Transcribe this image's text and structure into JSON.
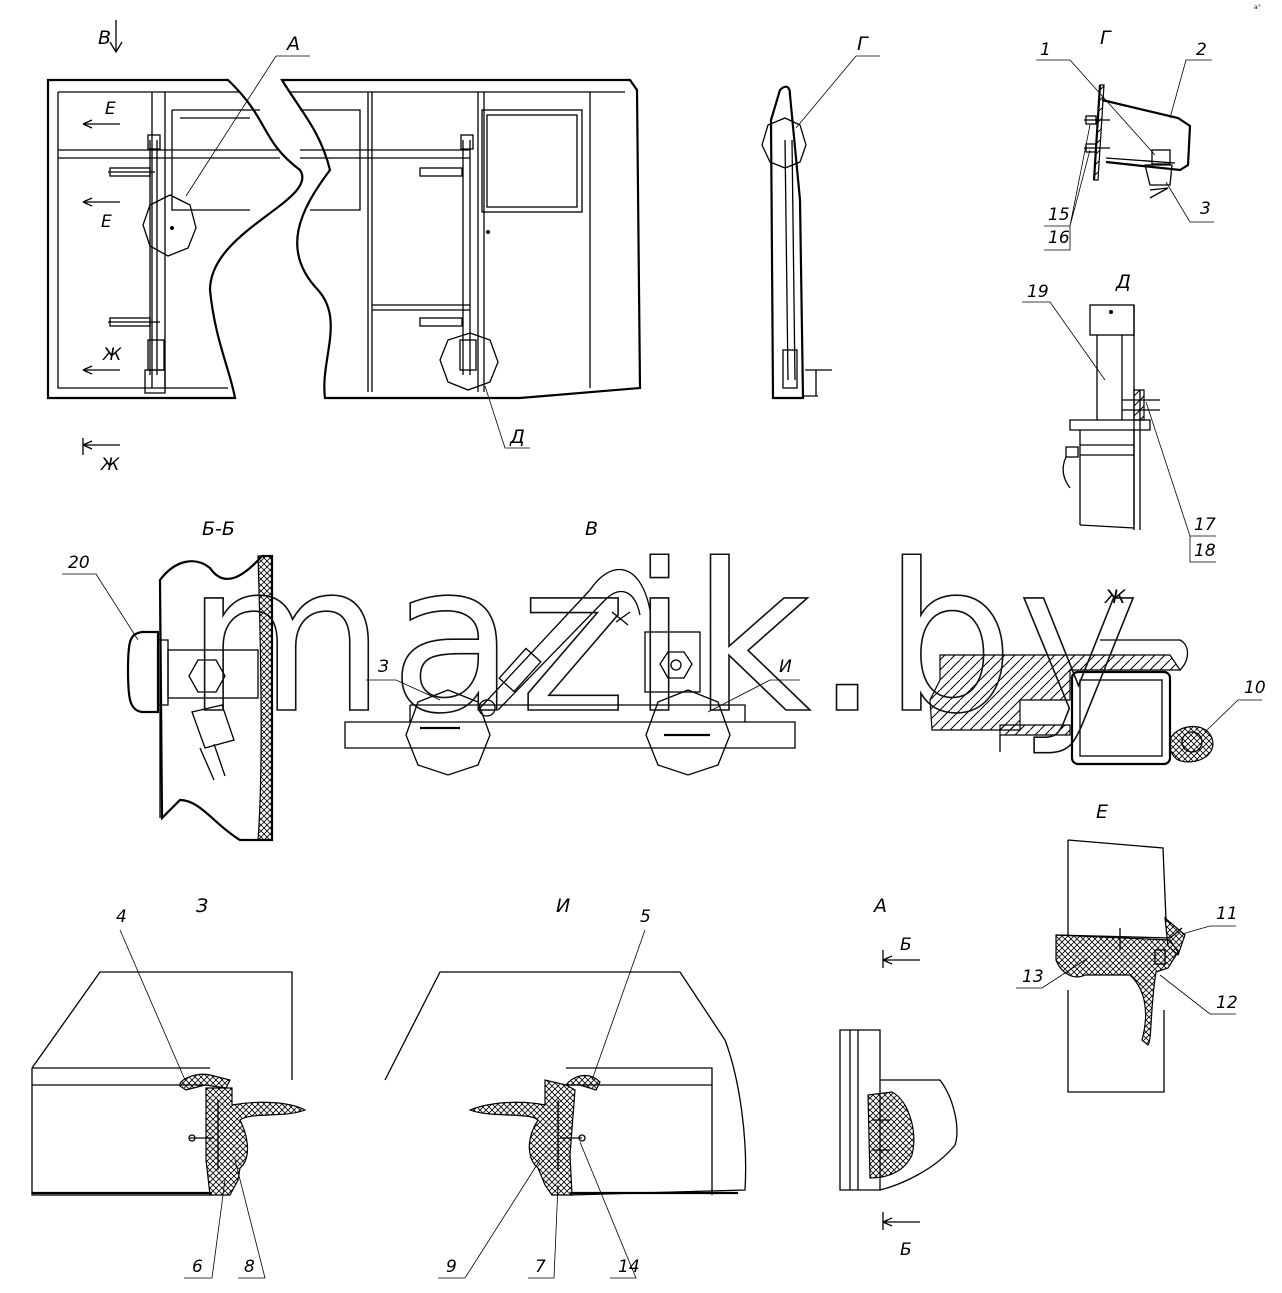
{
  "watermark": "mazik.by",
  "corner_mark": "a°",
  "views": {
    "main": "В",
    "section_bb": "Б-Б",
    "view_v": "В",
    "detail_g": "Г",
    "detail_d": "Д",
    "detail_zh": "Ж",
    "detail_e": "Е",
    "detail_z": "З",
    "detail_i": "И",
    "detail_a": "А"
  },
  "callouts": {
    "A": "А",
    "D": "Д",
    "G": "Г",
    "E": "Е",
    "ZH": "Ж",
    "B": "Б",
    "Z": "З",
    "I": "И"
  },
  "parts": [
    "1",
    "2",
    "3",
    "4",
    "5",
    "6",
    "7",
    "8",
    "9",
    "10",
    "11",
    "12",
    "13",
    "14",
    "15",
    "16",
    "17",
    "18",
    "19",
    "20"
  ]
}
